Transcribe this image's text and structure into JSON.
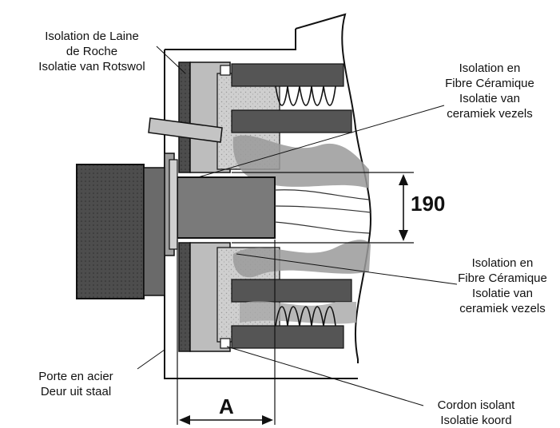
{
  "labels": {
    "rock_wool": [
      "Isolation de Laine",
      "de Roche",
      "Isolatie van Rotswol"
    ],
    "ceramic_top": [
      "Isolation en",
      "Fibre Céramique",
      "Isolatie van",
      "ceramiek vezels"
    ],
    "ceramic_bottom": [
      "Isolation en",
      "Fibre Céramique",
      "Isolatie van",
      "ceramiek vezels"
    ],
    "steel_door": [
      "Porte en acier",
      "Deur uit staal"
    ],
    "cord": [
      "Cordon isolant",
      "Isolatie koord"
    ]
  },
  "dimensions": {
    "opening": "190",
    "depth": "A"
  },
  "colors": {
    "ink": "#111111",
    "dark_fill": "#4a4a4a",
    "mid_fill": "#8c8c8c",
    "light_fill": "#c8c8c8",
    "paper": "#ffffff"
  }
}
